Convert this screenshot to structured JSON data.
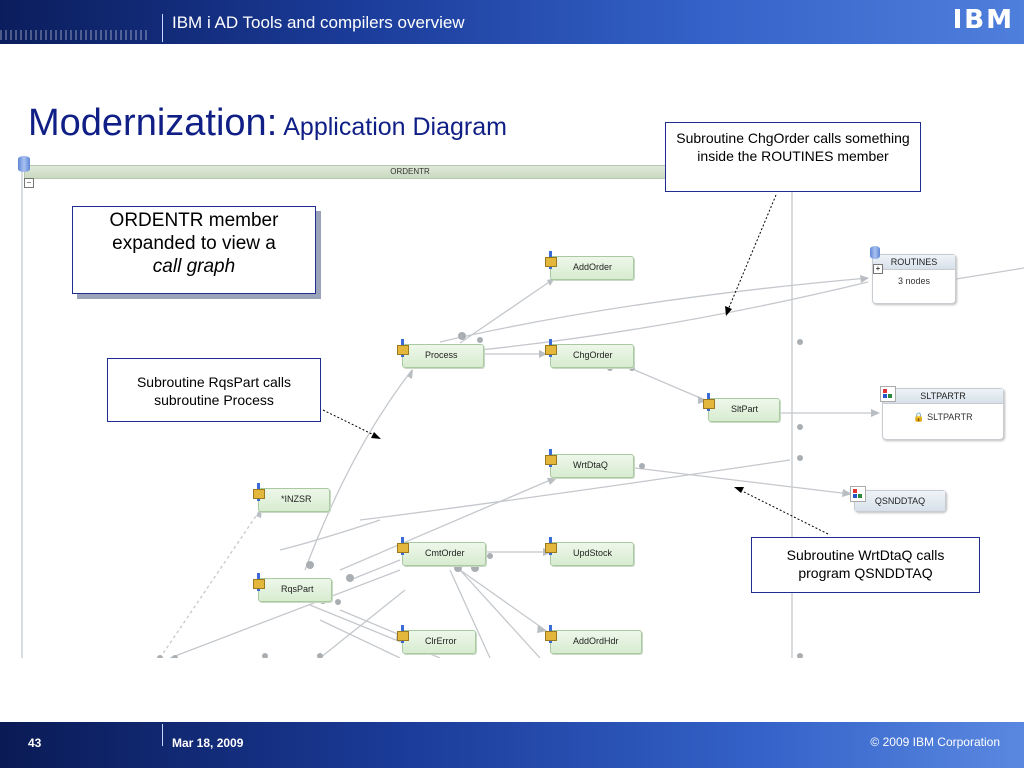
{
  "header": {
    "title": "IBM i AD Tools and compilers overview",
    "logo": "IBM"
  },
  "slide": {
    "title_main": "Modernization:",
    "title_sub": "Application Diagram"
  },
  "diagram": {
    "container_label": "ORDENTR",
    "collapse_symbol": "−",
    "nodes": {
      "addorder": "AddOrder",
      "process": "Process",
      "chgorder": "ChgOrder",
      "sltpart": "SltPart",
      "wrtdtaq": "WrtDtaQ",
      "inzsr": "*INZSR",
      "cmtorder": "CmtOrder",
      "updstock": "UpdStock",
      "rqspart": "RqsPart",
      "clrerror": "ClrError",
      "addordhdr": "AddOrdHdr"
    },
    "routines": {
      "label": "ROUTINES",
      "count": "3 nodes",
      "expand_symbol": "+"
    },
    "sltpartr": {
      "label": "SLTPARTR",
      "item": "SLTPARTR"
    },
    "qsnddtaq": {
      "label": "QSNDDTAQ"
    }
  },
  "callouts": {
    "ordentr_line1": "ORDENTR member",
    "ordentr_line2": "expanded to view a",
    "ordentr_line3": "call graph",
    "chgorder": "Subroutine ChgOrder calls something inside the ROUTINES member",
    "rqspart": "Subroutine RqsPart calls subroutine Process",
    "wrtdtaq": "Subroutine WrtDtaQ calls program QSNDDTAQ"
  },
  "footer": {
    "page": "43",
    "date": "Mar 18, 2009",
    "copyright": "© 2009 IBM Corporation"
  },
  "colors": {
    "title": "#0f1f86",
    "header": "#1b3c9a",
    "node_fill": "#d8ecd0",
    "callout_border": "#1f2d8f"
  }
}
